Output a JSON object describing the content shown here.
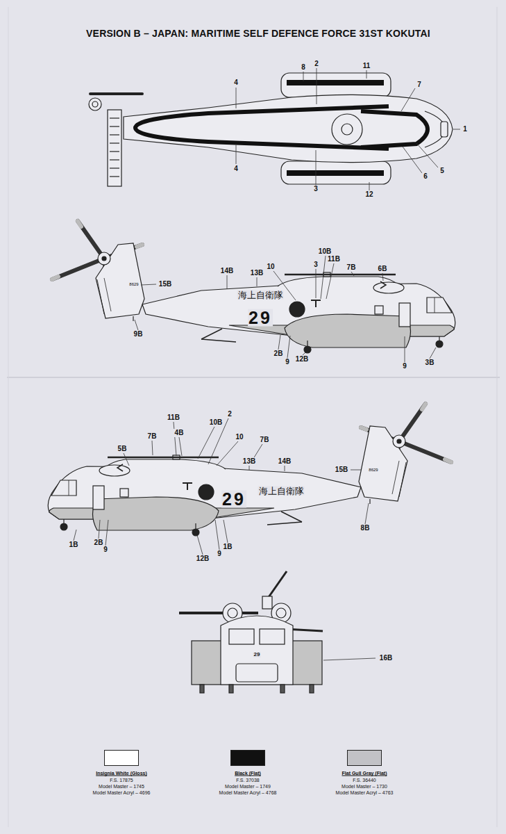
{
  "diagram": {
    "title": "VERSION B – JAPAN: MARITIME SELF DEFENCE FORCE 31ST KOKUTAI",
    "labels": [
      "4",
      "8",
      "2",
      "11",
      "7",
      "1",
      "4",
      "5",
      "6",
      "3",
      "12",
      "10B",
      "11B",
      "3",
      "14B",
      "13B",
      "10",
      "7B",
      "6B",
      "15B",
      "9B",
      "2B",
      "12B",
      "9",
      "9",
      "3B",
      "海上自衛隊",
      "29",
      "8629",
      "11B",
      "2",
      "10B",
      "4B",
      "7B",
      "10",
      "7B",
      "5B",
      "13B",
      "14B",
      "15B",
      "8B",
      "1B",
      "2B",
      "9",
      "1B",
      "9",
      "12B",
      "29",
      "海上自衛隊",
      "8629",
      "29",
      "16B",
      "F.S. 17875",
      "Model Master – 1745",
      "Model Master Acryl – 4696",
      "F.S. 37038",
      "Model Master – 1749",
      "Model Master Acryl – 4768",
      "F.S. 36440",
      "Model Master – 1730",
      "Model Master Acryl – 4763"
    ],
    "legend": [
      {
        "text": "Insignia White (Gloss)",
        "color": "#ffffff"
      },
      {
        "text": "Black (Flat)",
        "color": "#111111"
      },
      {
        "text": "Flat Gull Gray (Flat)",
        "color": "#c2c2c6"
      }
    ]
  }
}
